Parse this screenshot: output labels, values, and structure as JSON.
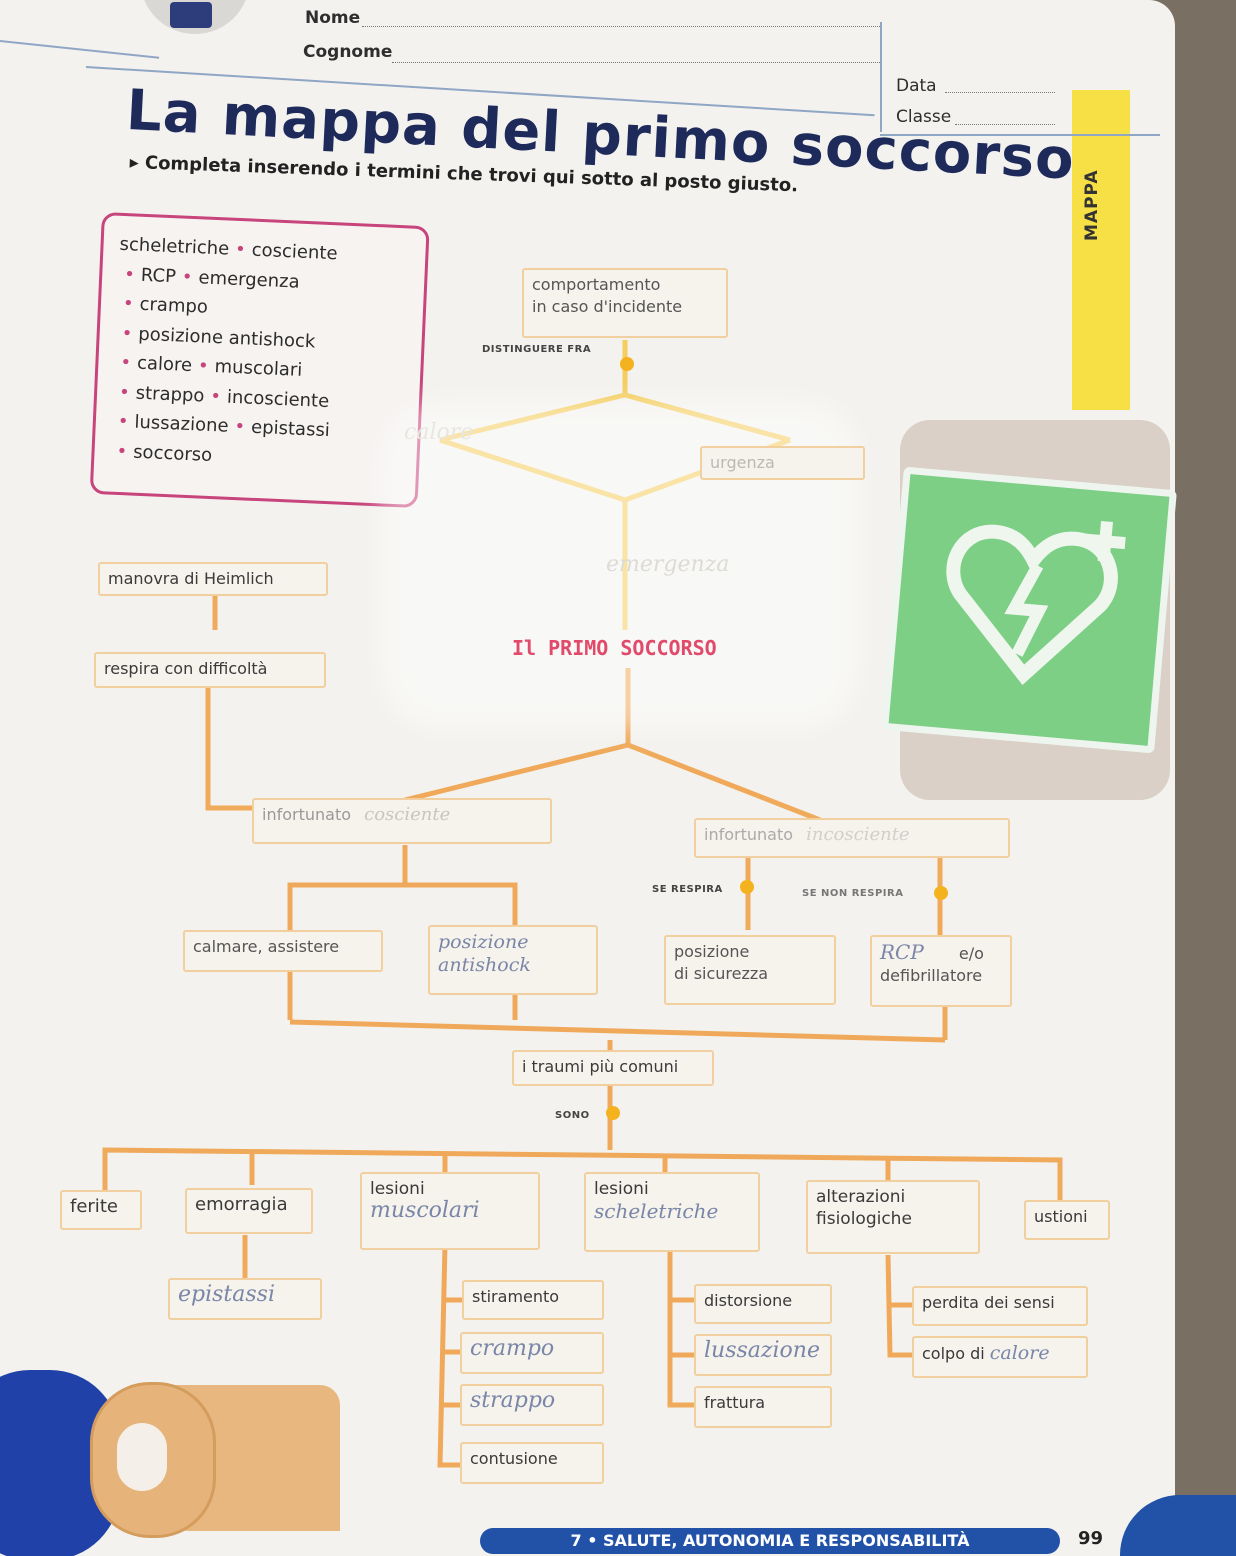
{
  "header": {
    "nome_label": "Nome",
    "cognome_label": "Cognome",
    "data_label": "Data",
    "classe_label": "Classe"
  },
  "title": "La mappa del primo soccorso",
  "instruction": "Completa inserendo i termini che trovi qui sotto al posto giusto.",
  "side_tab": "MAPPA",
  "word_bank": [
    [
      "scheletriche",
      "cosciente"
    ],
    [
      "RCP",
      "emergenza"
    ],
    [
      "crampo"
    ],
    [
      "posizione antishock"
    ],
    [
      "calore",
      "muscolari"
    ],
    [
      "strappo",
      "incosciente"
    ],
    [
      "lussazione",
      "epistassi"
    ],
    [
      "soccorso"
    ]
  ],
  "map": {
    "top_box": "comportamento\nin caso d'incidente",
    "distinguere": "DISTINGUERE FRA",
    "urgenza": "urgenza",
    "handwritten_left": "calore",
    "handwritten_emergenza": "emergenza",
    "center_title": "Il PRIMO SOCCORSO",
    "manovra": "manovra di Heimlich",
    "respira": "respira con difficoltà",
    "infortunato1": "infortunato",
    "hw_cosciente": "cosciente",
    "infortunato2": "infortunato",
    "hw_incosciente": "incosciente",
    "se_respira": "SE RESPIRA",
    "se_non_respira": "SE NON RESPIRA",
    "calmare": "calmare, assistere",
    "hw_posizione": "posizione antishock",
    "posizione_sicurezza": "posizione\ndi sicurezza",
    "hw_rcp": "RCP",
    "eo": "e/o",
    "defibrillatore": "defibrillatore",
    "traumi": "i traumi più comuni",
    "sono": "SONO",
    "ferite": "ferite",
    "emorragia": "emorragia",
    "lesioni1": "lesioni",
    "hw_muscolari": "muscolari",
    "lesioni2": "lesioni",
    "hw_scheletriche": "scheletriche",
    "alterazioni": "alterazioni\nfisiologiche",
    "ustioni": "ustioni",
    "hw_epistassi": "epistassi",
    "stiramento": "stiramento",
    "hw_crampo": "crampo",
    "hw_strappo": "strappo",
    "contusione": "contusione",
    "distorsione": "distorsione",
    "hw_lussazione": "lussazione",
    "frattura": "frattura",
    "perdita": "perdita dei sensi",
    "colpo": "colpo di",
    "hw_calore": "calore"
  },
  "footer": {
    "chapter": "7 • SALUTE, AUTONOMIA E RESPONSABILITÀ",
    "page_number": "99"
  },
  "colors": {
    "title": "#1e2a5a",
    "wordbox_border": "#c8447c",
    "line_orange": "#f0a24a",
    "line_yellow": "#f5c43a",
    "footer_bg": "#2251a8",
    "tab_yellow": "#f7e046"
  },
  "icons": [
    "pencil-icon",
    "defibrillator-heart-icon",
    "bandage-roll-icon"
  ]
}
